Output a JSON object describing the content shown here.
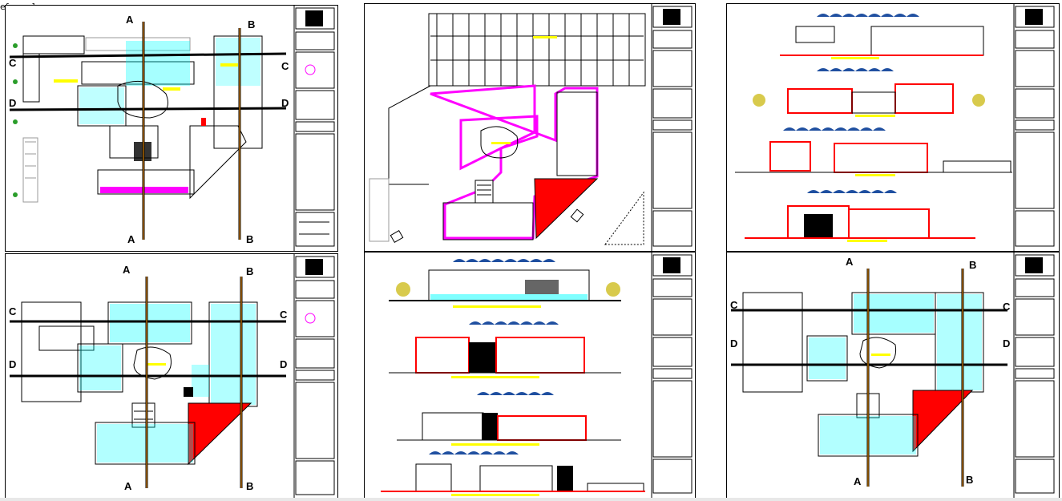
{
  "frame_label": "eframe]",
  "axes": {
    "a": "A",
    "b": "B",
    "c": "C",
    "d": "D"
  },
  "colors": {
    "wall": "#000000",
    "accent_red": "#ff0000",
    "magenta": "#ff00ff",
    "cyan": "#00ffff",
    "yellow": "#ffff00",
    "orange": "#ff9900",
    "blue": "#1f4fa0",
    "green": "#2a9d2a"
  },
  "sheets": [
    {
      "id": "floor-plan-1",
      "kind": "floor-plan"
    },
    {
      "id": "site-plan",
      "kind": "site-plan"
    },
    {
      "id": "sections",
      "kind": "sections"
    },
    {
      "id": "floor-plan-2",
      "kind": "floor-plan"
    },
    {
      "id": "facades",
      "kind": "facades"
    },
    {
      "id": "floor-plan-3",
      "kind": "floor-plan"
    }
  ]
}
